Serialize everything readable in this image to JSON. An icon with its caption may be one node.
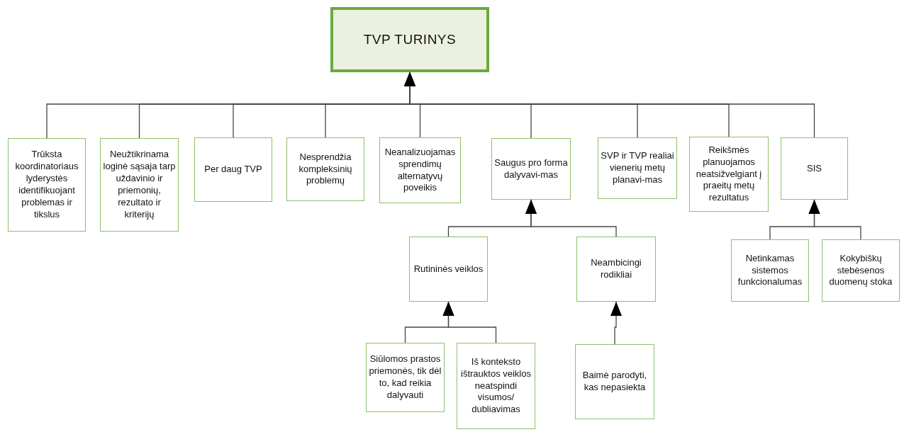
{
  "diagram": {
    "nodes": [
      {
        "text": [
          "TVP TURINYS"
        ]
      },
      {
        "text": [
          "Trūksta koordinatoriaus lyderystės identifikuojant problemas ir tikslus"
        ]
      },
      {
        "text": [
          "Neužtikrinama loginė sąsaja tarp uždavinio ir priemonių, rezultato ir kriterijų"
        ]
      },
      {
        "text": [
          "Per daug TVP"
        ]
      },
      {
        "text": [
          "Nesprendžia kompleksinių problemų"
        ]
      },
      {
        "text": [
          "Neanalizuojamas sprendimų alternatyvų poveikis"
        ]
      },
      {
        "text": [
          "Saugus pro forma dalyvavi-mas"
        ]
      },
      {
        "text": [
          "SVP ir TVP realiai vienerių metų planavi-mas"
        ]
      },
      {
        "text": [
          "Reikšmės planuojamos neatsižvelgiant į praeitų metų rezultatus"
        ]
      },
      {
        "text": [
          "SIS"
        ]
      },
      {
        "text": [
          "Rutininės veiklos"
        ]
      },
      {
        "text": [
          "Neambicingi rodikliai"
        ]
      },
      {
        "text": [
          "Siūlomos prastos priemonės, tik dėl to, kad reikia dalyvauti"
        ]
      },
      {
        "text": [
          "Iš konteksto ištrauktos veiklos neatspindi visumos/ dubliavimas"
        ]
      },
      {
        "text": [
          "Baimė parodyti, kas nepasiekta"
        ]
      },
      {
        "text": [
          "Netinkamas sistemos funkcionalumas"
        ]
      },
      {
        "text": [
          "Kokybiškų stebėsenos duomenų stoka"
        ]
      }
    ],
    "edges": [
      {
        "from": 1,
        "to": 0,
        "arrow": "to"
      },
      {
        "from": 2,
        "to": 0,
        "arrow": "to"
      },
      {
        "from": 3,
        "to": 0,
        "arrow": "to"
      },
      {
        "from": 4,
        "to": 0,
        "arrow": "to"
      },
      {
        "from": 5,
        "to": 0,
        "arrow": "to"
      },
      {
        "from": 6,
        "to": 0,
        "arrow": "to"
      },
      {
        "from": 7,
        "to": 0,
        "arrow": "to"
      },
      {
        "from": 8,
        "to": 0,
        "arrow": "to"
      },
      {
        "from": 9,
        "to": 0,
        "arrow": "to"
      },
      {
        "from": 10,
        "to": 6,
        "arrow": "to"
      },
      {
        "from": 11,
        "to": 6,
        "arrow": "to"
      },
      {
        "from": 12,
        "to": 10,
        "arrow": "to"
      },
      {
        "from": 13,
        "to": 10,
        "arrow": "to"
      },
      {
        "from": 14,
        "to": 11,
        "arrow": "to"
      },
      {
        "from": 15,
        "to": 9,
        "arrow": "to"
      },
      {
        "from": 16,
        "to": 9,
        "arrow": "to"
      }
    ]
  }
}
